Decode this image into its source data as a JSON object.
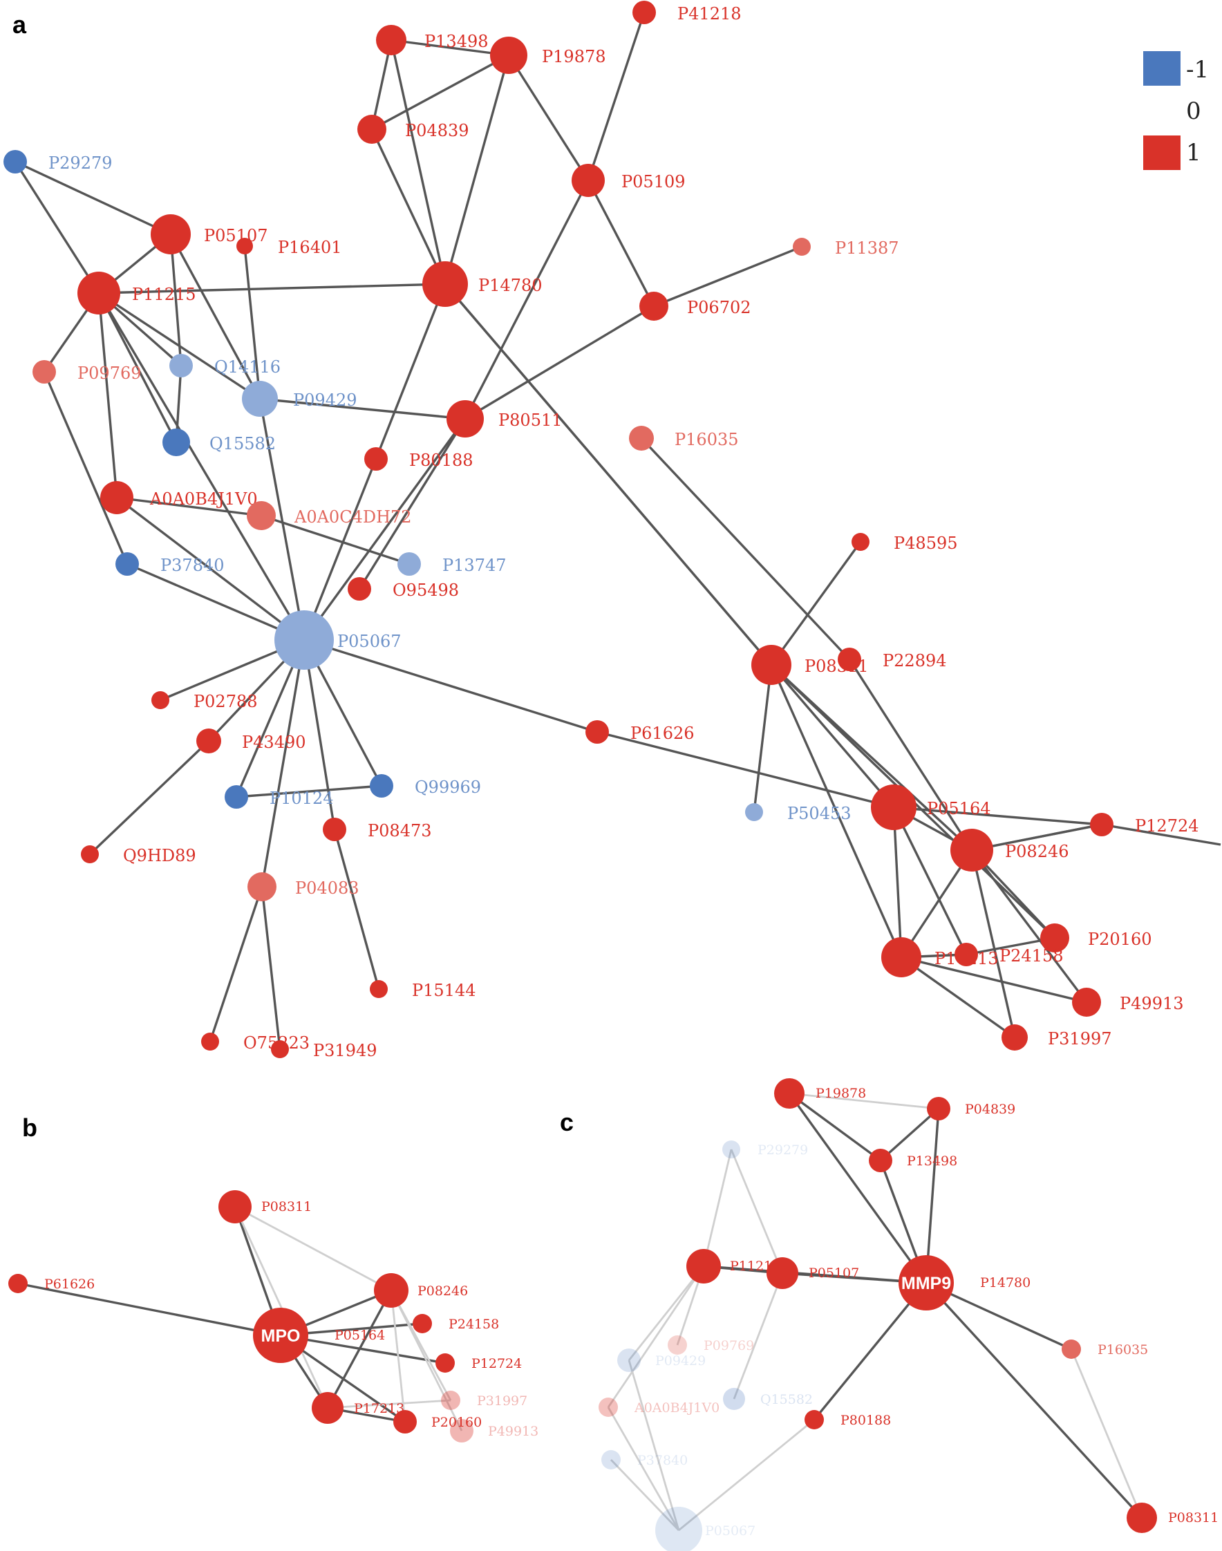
{
  "panels": {
    "a": "a",
    "b": "b",
    "c": "c"
  },
  "legend": {
    "items": [
      {
        "label": "-1",
        "color": "#4a78bd"
      },
      {
        "label": "0",
        "color": null
      },
      {
        "label": "1",
        "color": "#d93229"
      }
    ]
  },
  "colors": {
    "up": "#d93229",
    "up_light": "#e26a60",
    "down": "#4a78bd",
    "down_light": "#8fabd8",
    "edge": "#555555",
    "edge_faint": "#cfcfcf"
  },
  "panel_a": {
    "nodes": [
      "P41218",
      "P13498",
      "P19878",
      "P04839",
      "P05109",
      "P29279",
      "P05107",
      "P16401",
      "P14780",
      "P11387",
      "P11215",
      "P06702",
      "P09769",
      "Q14116",
      "P09429",
      "P80511",
      "Q15582",
      "P80188",
      "P16035",
      "A0A0B4J1V0",
      "A0A0C4DH72",
      "P13747",
      "P37840",
      "O95498",
      "P48595",
      "P05067",
      "P08311",
      "P22894",
      "P02788",
      "P61626",
      "P43490",
      "P10124",
      "Q99969",
      "P50453",
      "P05164",
      "P12724",
      "P08473",
      "P08246",
      "Q9HD89",
      "P04083",
      "P20160",
      "P17213",
      "P24158",
      "P15144",
      "P49913",
      "O75223",
      "P31997",
      "P31949"
    ]
  },
  "panel_b": {
    "hub": "MPO",
    "nodes": [
      "P08311",
      "P61626",
      "P05164",
      "P08246",
      "P24158",
      "P12724",
      "P17213",
      "P20160",
      "P31997",
      "P49913"
    ]
  },
  "panel_c": {
    "hub": "MMP9",
    "nodes": [
      "P19878",
      "P04839",
      "P29279",
      "P13498",
      "P11215",
      "P05107",
      "P14780",
      "P09769",
      "P09429",
      "P16035",
      "A0A0B4J1V0",
      "Q15582",
      "P80188",
      "P37840",
      "P05067",
      "P08311"
    ]
  }
}
